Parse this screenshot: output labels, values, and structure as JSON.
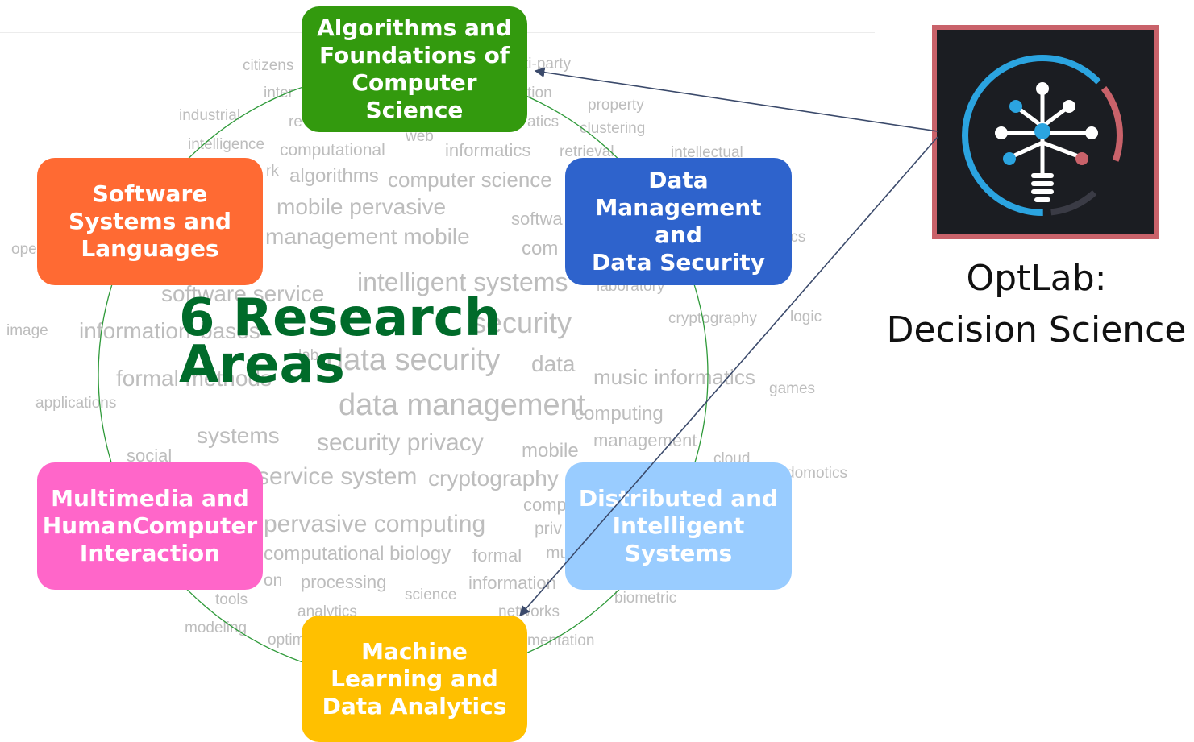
{
  "headline": [
    "6 Research",
    "Areas"
  ],
  "research_areas": [
    {
      "id": "algorithms",
      "lines": [
        "Algorithms and",
        "Foundations of",
        "Computer",
        "Science"
      ],
      "color": "#339a0e"
    },
    {
      "id": "data",
      "lines": [
        "Data",
        "Management and",
        "Data Security"
      ],
      "color": "#2e63cc"
    },
    {
      "id": "distributed",
      "lines": [
        "Distributed and",
        "Intelligent",
        "Systems"
      ],
      "color": "#99ccff"
    },
    {
      "id": "ml",
      "lines": [
        "Machine",
        "Learning and",
        "Data Analytics"
      ],
      "color": "#ffc000"
    },
    {
      "id": "multimedia",
      "lines": [
        "Multimedia and",
        "HumanComputer",
        "Interaction"
      ],
      "color": "#ff66c9"
    },
    {
      "id": "software",
      "lines": [
        "Software",
        "Systems and",
        "Languages"
      ],
      "color": "#ff6a33"
    }
  ],
  "lab": {
    "label_lines": [
      "OptLab:",
      "Decision Science"
    ],
    "logo_icon": "lightbulb-network-icon",
    "frame_color": "#c9626a"
  },
  "word_cloud": [
    "citizens",
    "ti-party",
    "inter",
    "tion",
    "property",
    "industrial",
    "re",
    "atics",
    "clustering",
    "web",
    "intelligence",
    "computational",
    "informatics",
    "retrieval",
    "intellectual",
    "rk",
    "algorithms",
    "computer science",
    "mobile pervasive",
    "softwa",
    "ics",
    "ope",
    "management mobile",
    "com",
    "software service",
    "intelligent systems",
    "laboratory",
    "image",
    "information",
    "bases",
    "security",
    "cryptography",
    "logic",
    "lab",
    "data security",
    "data",
    "formal methods",
    "music informatics",
    "applications",
    "data management",
    "games",
    "computing",
    "systems",
    "security privacy",
    "mobile",
    "management",
    "social",
    "cloud",
    "domotics",
    "service system",
    "cryptography",
    "comp",
    "pervasive computing",
    "priv",
    "computational biology",
    "formal",
    "mu",
    "on",
    "processing",
    "science",
    "information",
    "tools",
    "analytics",
    "biometric",
    "networks",
    "modeling",
    "optim",
    "mentation"
  ]
}
